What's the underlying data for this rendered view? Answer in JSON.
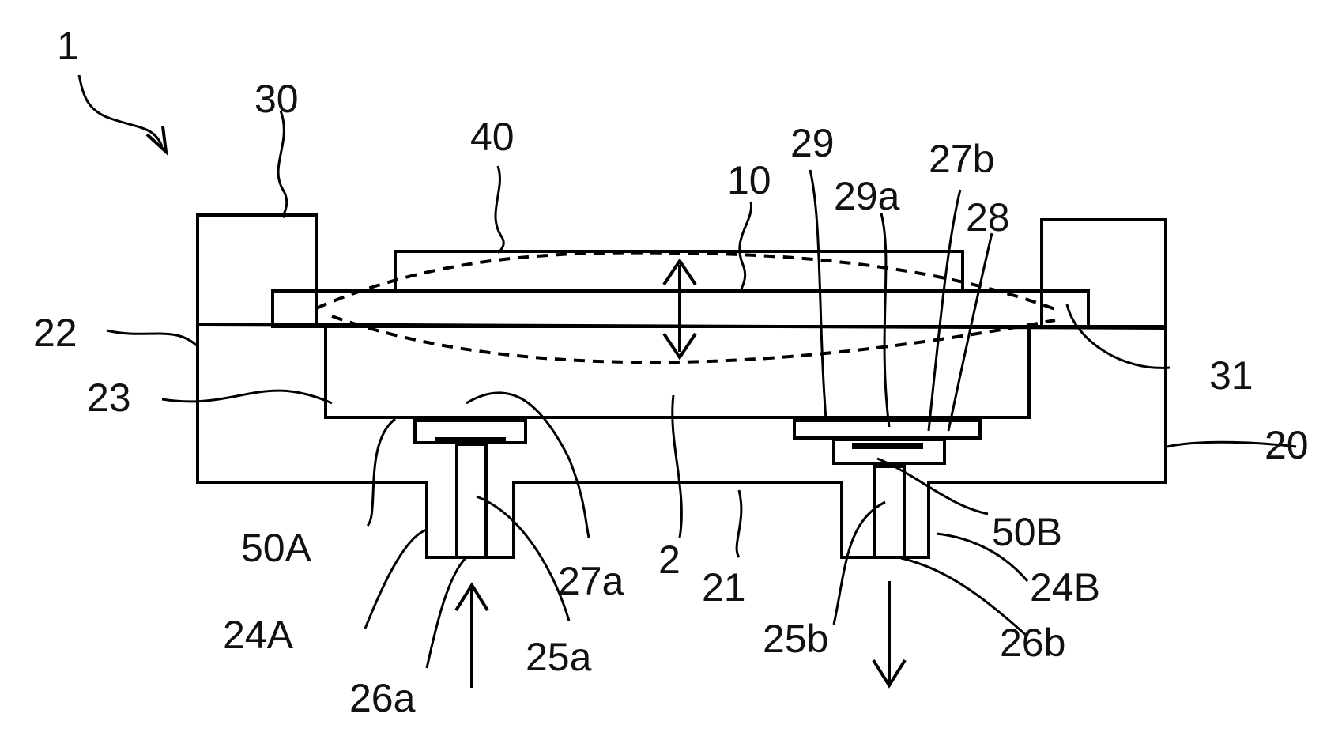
{
  "labels": {
    "device": "1",
    "frame": "30",
    "weight": "40",
    "membrane": "10",
    "part_29": "29",
    "part_29a": "29a",
    "part_27b": "27b",
    "part_28": "28",
    "part_22": "22",
    "part_23": "23",
    "part_31": "31",
    "base": "20",
    "part_50A": "50A",
    "part_50B": "50B",
    "chamber": "2",
    "part_27a": "27a",
    "part_21": "21",
    "part_24A": "24A",
    "part_24B": "24B",
    "part_25a": "25a",
    "part_25b": "25b",
    "part_26a": "26a",
    "part_26b": "26b"
  }
}
